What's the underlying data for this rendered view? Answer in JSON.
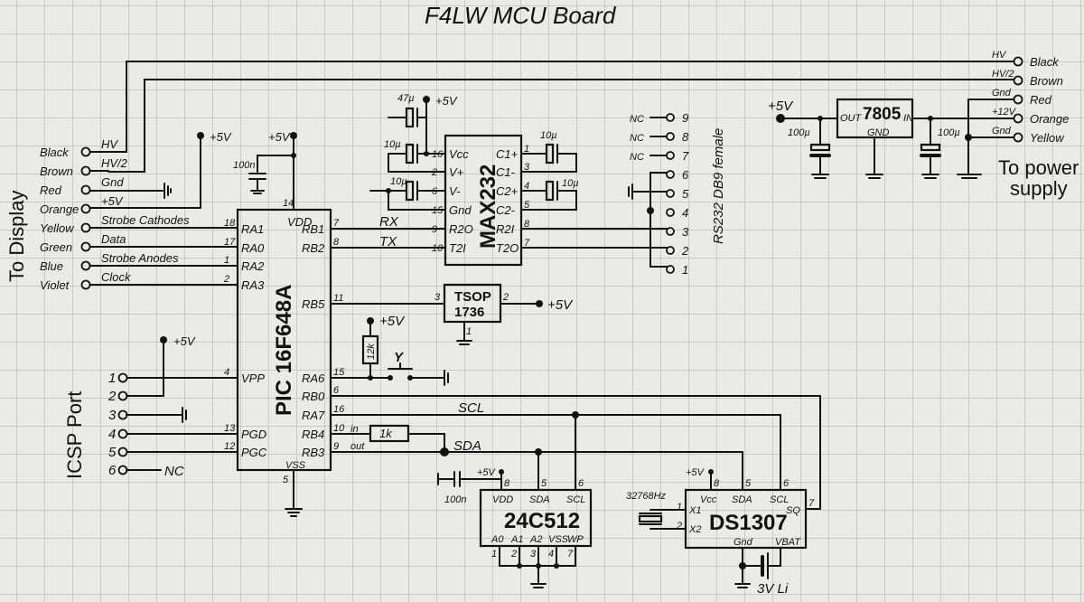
{
  "title": "F4LW MCU Board",
  "display_connector": {
    "heading": "To Display",
    "pins": [
      {
        "color": "Black",
        "signal": "HV"
      },
      {
        "color": "Brown",
        "signal": "HV/2"
      },
      {
        "color": "Red",
        "signal": "Gnd"
      },
      {
        "color": "Orange",
        "signal": "+5V"
      },
      {
        "color": "Yellow",
        "signal": "Strobe Cathodes"
      },
      {
        "color": "Green",
        "signal": "Data"
      },
      {
        "color": "Blue",
        "signal": "Strobe Anodes"
      },
      {
        "color": "Violet",
        "signal": "Clock"
      }
    ]
  },
  "power_connector": {
    "heading": [
      "To power",
      "supply"
    ],
    "pins": [
      {
        "color": "Black",
        "signal": "HV"
      },
      {
        "color": "Brown",
        "signal": "HV/2"
      },
      {
        "color": "Red",
        "signal": "Gnd"
      },
      {
        "color": "Orange",
        "signal": "+12V"
      },
      {
        "color": "Yellow",
        "signal": "Gnd"
      }
    ]
  },
  "icsp": {
    "heading": "ICSP Port",
    "pins": [
      "1",
      "2",
      "3",
      "4",
      "5",
      "6"
    ],
    "nc": "NC"
  },
  "mcu": {
    "name": "PIC 16F648A",
    "left_pins": [
      {
        "num": "18",
        "name": "RA1"
      },
      {
        "num": "17",
        "name": "RA0"
      },
      {
        "num": "1",
        "name": "RA2"
      },
      {
        "num": "2",
        "name": "RA3"
      },
      {
        "num": "4",
        "name": "VPP"
      },
      {
        "num": "13",
        "name": "PGD"
      },
      {
        "num": "12",
        "name": "PGC"
      }
    ],
    "right_pins": [
      {
        "num": "7",
        "name": "RB1"
      },
      {
        "num": "8",
        "name": "RB2"
      },
      {
        "num": "11",
        "name": "RB5"
      },
      {
        "num": "15",
        "name": "RA6"
      },
      {
        "num": "6",
        "name": "RB0"
      },
      {
        "num": "16",
        "name": "RA7"
      },
      {
        "num": "10",
        "name": "RB4"
      },
      {
        "num": "9",
        "name": "RB3"
      }
    ],
    "vdd": {
      "num": "14",
      "name": "VDD"
    },
    "vss": {
      "num": "5",
      "name": "VSS"
    },
    "decoupling": "100n",
    "in_label": "in",
    "out_label": "out"
  },
  "max232": {
    "name": "MAX232",
    "left_pins": [
      {
        "num": "16",
        "name": "Vcc"
      },
      {
        "num": "2",
        "name": "V+"
      },
      {
        "num": "6",
        "name": "V-"
      },
      {
        "num": "15",
        "name": "Gnd"
      },
      {
        "num": "9",
        "name": "R2O"
      },
      {
        "num": "10",
        "name": "T2I"
      }
    ],
    "right_pins": [
      {
        "num": "1",
        "name": "C1+"
      },
      {
        "num": "3",
        "name": "C1-"
      },
      {
        "num": "4",
        "name": "C2+"
      },
      {
        "num": "5",
        "name": "C2-"
      },
      {
        "num": "8",
        "name": "R2I"
      },
      {
        "num": "7",
        "name": "T2O"
      }
    ],
    "caps": [
      "47µ",
      "10µ",
      "10µ",
      "10µ",
      "10µ"
    ],
    "rx": "RX",
    "tx": "TX"
  },
  "db9": {
    "heading": "RS232  DB9 female",
    "pins": [
      "9",
      "8",
      "7",
      "6",
      "5",
      "4",
      "3",
      "2",
      "1"
    ],
    "nc": "NC"
  },
  "regulator": {
    "name": "7805",
    "out": "OUT",
    "in": "IN",
    "gnd": "GND",
    "caps": [
      "100µ",
      "100µ"
    ]
  },
  "tsop": {
    "name": [
      "TSOP",
      "1736"
    ],
    "pins": {
      "out": "3",
      "vcc": "2",
      "gnd": "1"
    }
  },
  "resistors": {
    "pullup": "12k",
    "series": "1k"
  },
  "switch_label": "Y",
  "eeprom": {
    "name": "24C512",
    "top_pins": [
      {
        "num": "8",
        "name": "VDD"
      },
      {
        "num": "5",
        "name": "SDA"
      },
      {
        "num": "6",
        "name": "SCL"
      }
    ],
    "bottom_pins": [
      {
        "num": "1",
        "name": "A0"
      },
      {
        "num": "2",
        "name": "A1"
      },
      {
        "num": "3",
        "name": "A2"
      },
      {
        "num": "4",
        "name": "VSS"
      },
      {
        "num": "7",
        "name": "WP"
      }
    ],
    "decoupling": "100n"
  },
  "rtc": {
    "name": "DS1307",
    "top_pins": [
      {
        "num": "8",
        "name": "Vcc"
      },
      {
        "num": "5",
        "name": "SDA"
      },
      {
        "num": "6",
        "name": "SCL"
      }
    ],
    "left_pins": [
      {
        "num": "1",
        "name": "X1"
      },
      {
        "num": "2",
        "name": "X2"
      }
    ],
    "sq": {
      "num": "7",
      "name": "SQ"
    },
    "gnd": "Gnd",
    "vbat": "VBAT",
    "crystal": "32768Hz",
    "battery": "3V Li"
  },
  "nets": {
    "scl": "SCL",
    "sda": "SDA",
    "vplus": "+5V"
  }
}
